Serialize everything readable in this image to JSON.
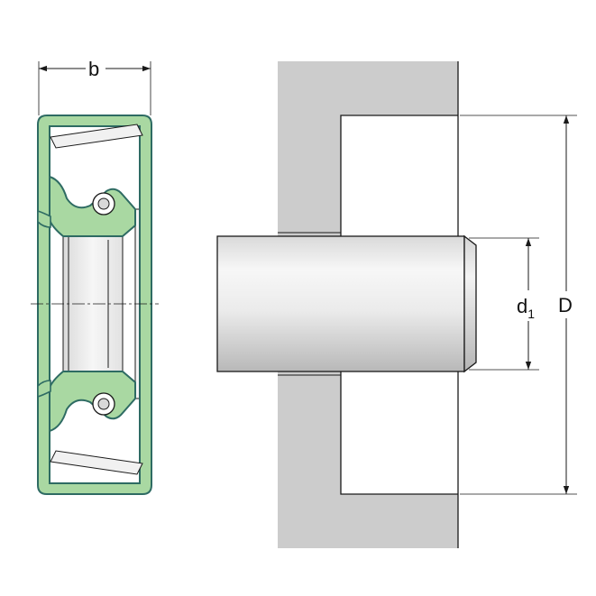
{
  "labels": {
    "width": "b",
    "shaft_diameter": "d",
    "shaft_diameter_subscript": "1",
    "outer_diameter": "D"
  },
  "colors": {
    "seal_green": "#a9d8a2",
    "seal_outline": "#2e6b63",
    "housing_gray": "#cccccc",
    "shaft_light": "#f4f4f4",
    "shaft_dark": "#bdbdbd",
    "line": "#1a1a1a"
  }
}
